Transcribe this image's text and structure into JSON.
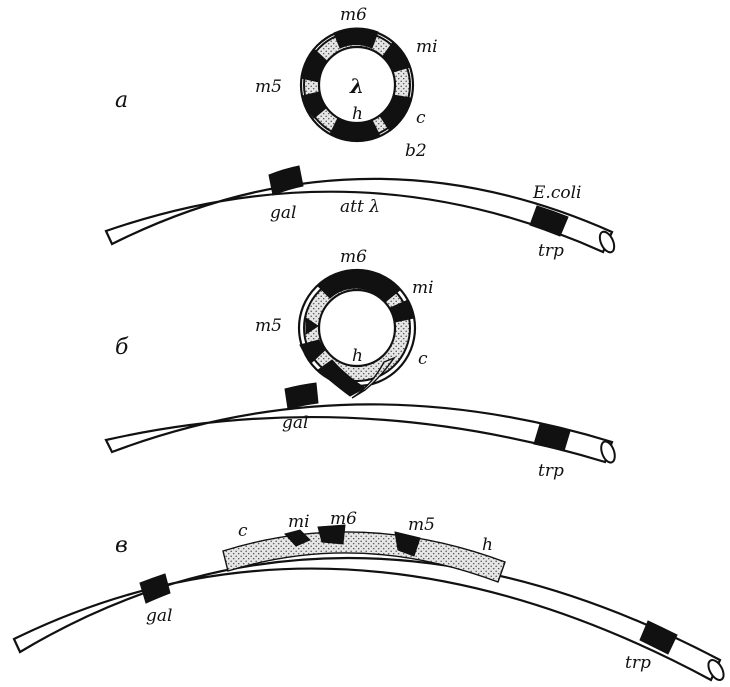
{
  "panels": {
    "a": {
      "letter": "a",
      "ring_center": "λ",
      "ring_labels": {
        "m6": "m6",
        "mi": "mi",
        "m5": "m5",
        "c": "c",
        "h": "h",
        "b2": "b2"
      },
      "chromosome": {
        "gal": "gal",
        "att": "att λ",
        "ecoli": "E.coli",
        "trp": "trp"
      }
    },
    "b": {
      "letter": "б",
      "ring_labels": {
        "m6": "m6",
        "mi": "mi",
        "m5": "m5",
        "h": "h",
        "c": "c"
      },
      "chromosome": {
        "gal": "gal",
        "trp": "trp"
      }
    },
    "c": {
      "letter": "в",
      "labels": {
        "c": "c",
        "mi": "mi",
        "m6": "m6",
        "m5": "m5",
        "h": "h",
        "gal": "gal",
        "trp": "trp"
      }
    }
  },
  "colors": {
    "ink": "#111111",
    "paper": "#ffffff",
    "stipple": "#888888"
  }
}
